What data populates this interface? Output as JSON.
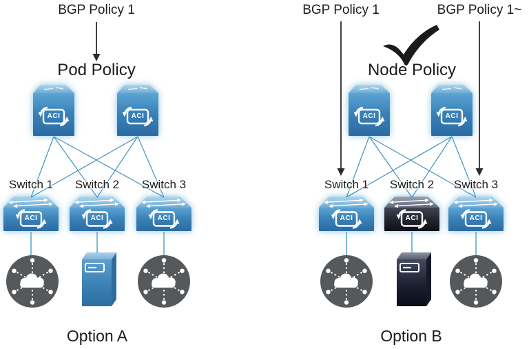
{
  "option_a": {
    "policy_source": "BGP Policy 1",
    "policy_target": "Pod Policy",
    "switches": [
      "Switch 1",
      "Switch 2",
      "Switch 3"
    ],
    "caption": "Option A"
  },
  "option_b": {
    "policy_source_left": "BGP Policy 1",
    "policy_source_right": "BGP Policy 1~",
    "policy_target": "Node Policy",
    "switches": [
      "Switch 1",
      "Switch 2",
      "Switch 3"
    ],
    "caption": "Option B"
  },
  "icons": {
    "aci_label": "ACI",
    "checkmark": "check-mark",
    "spine_switch": "aci-spine-switch",
    "leaf_switch": "aci-leaf-switch",
    "wan_cloud": "wan-cloud",
    "server": "server"
  },
  "colors": {
    "switch_blue": "#3b82b8",
    "switch_dark": "#23262f",
    "mesh_line_blue": "#4193c0",
    "device_link_blue": "#5fa9ce",
    "cloud_gray": "#56595c",
    "arrow_black": "#2a2a2a"
  }
}
